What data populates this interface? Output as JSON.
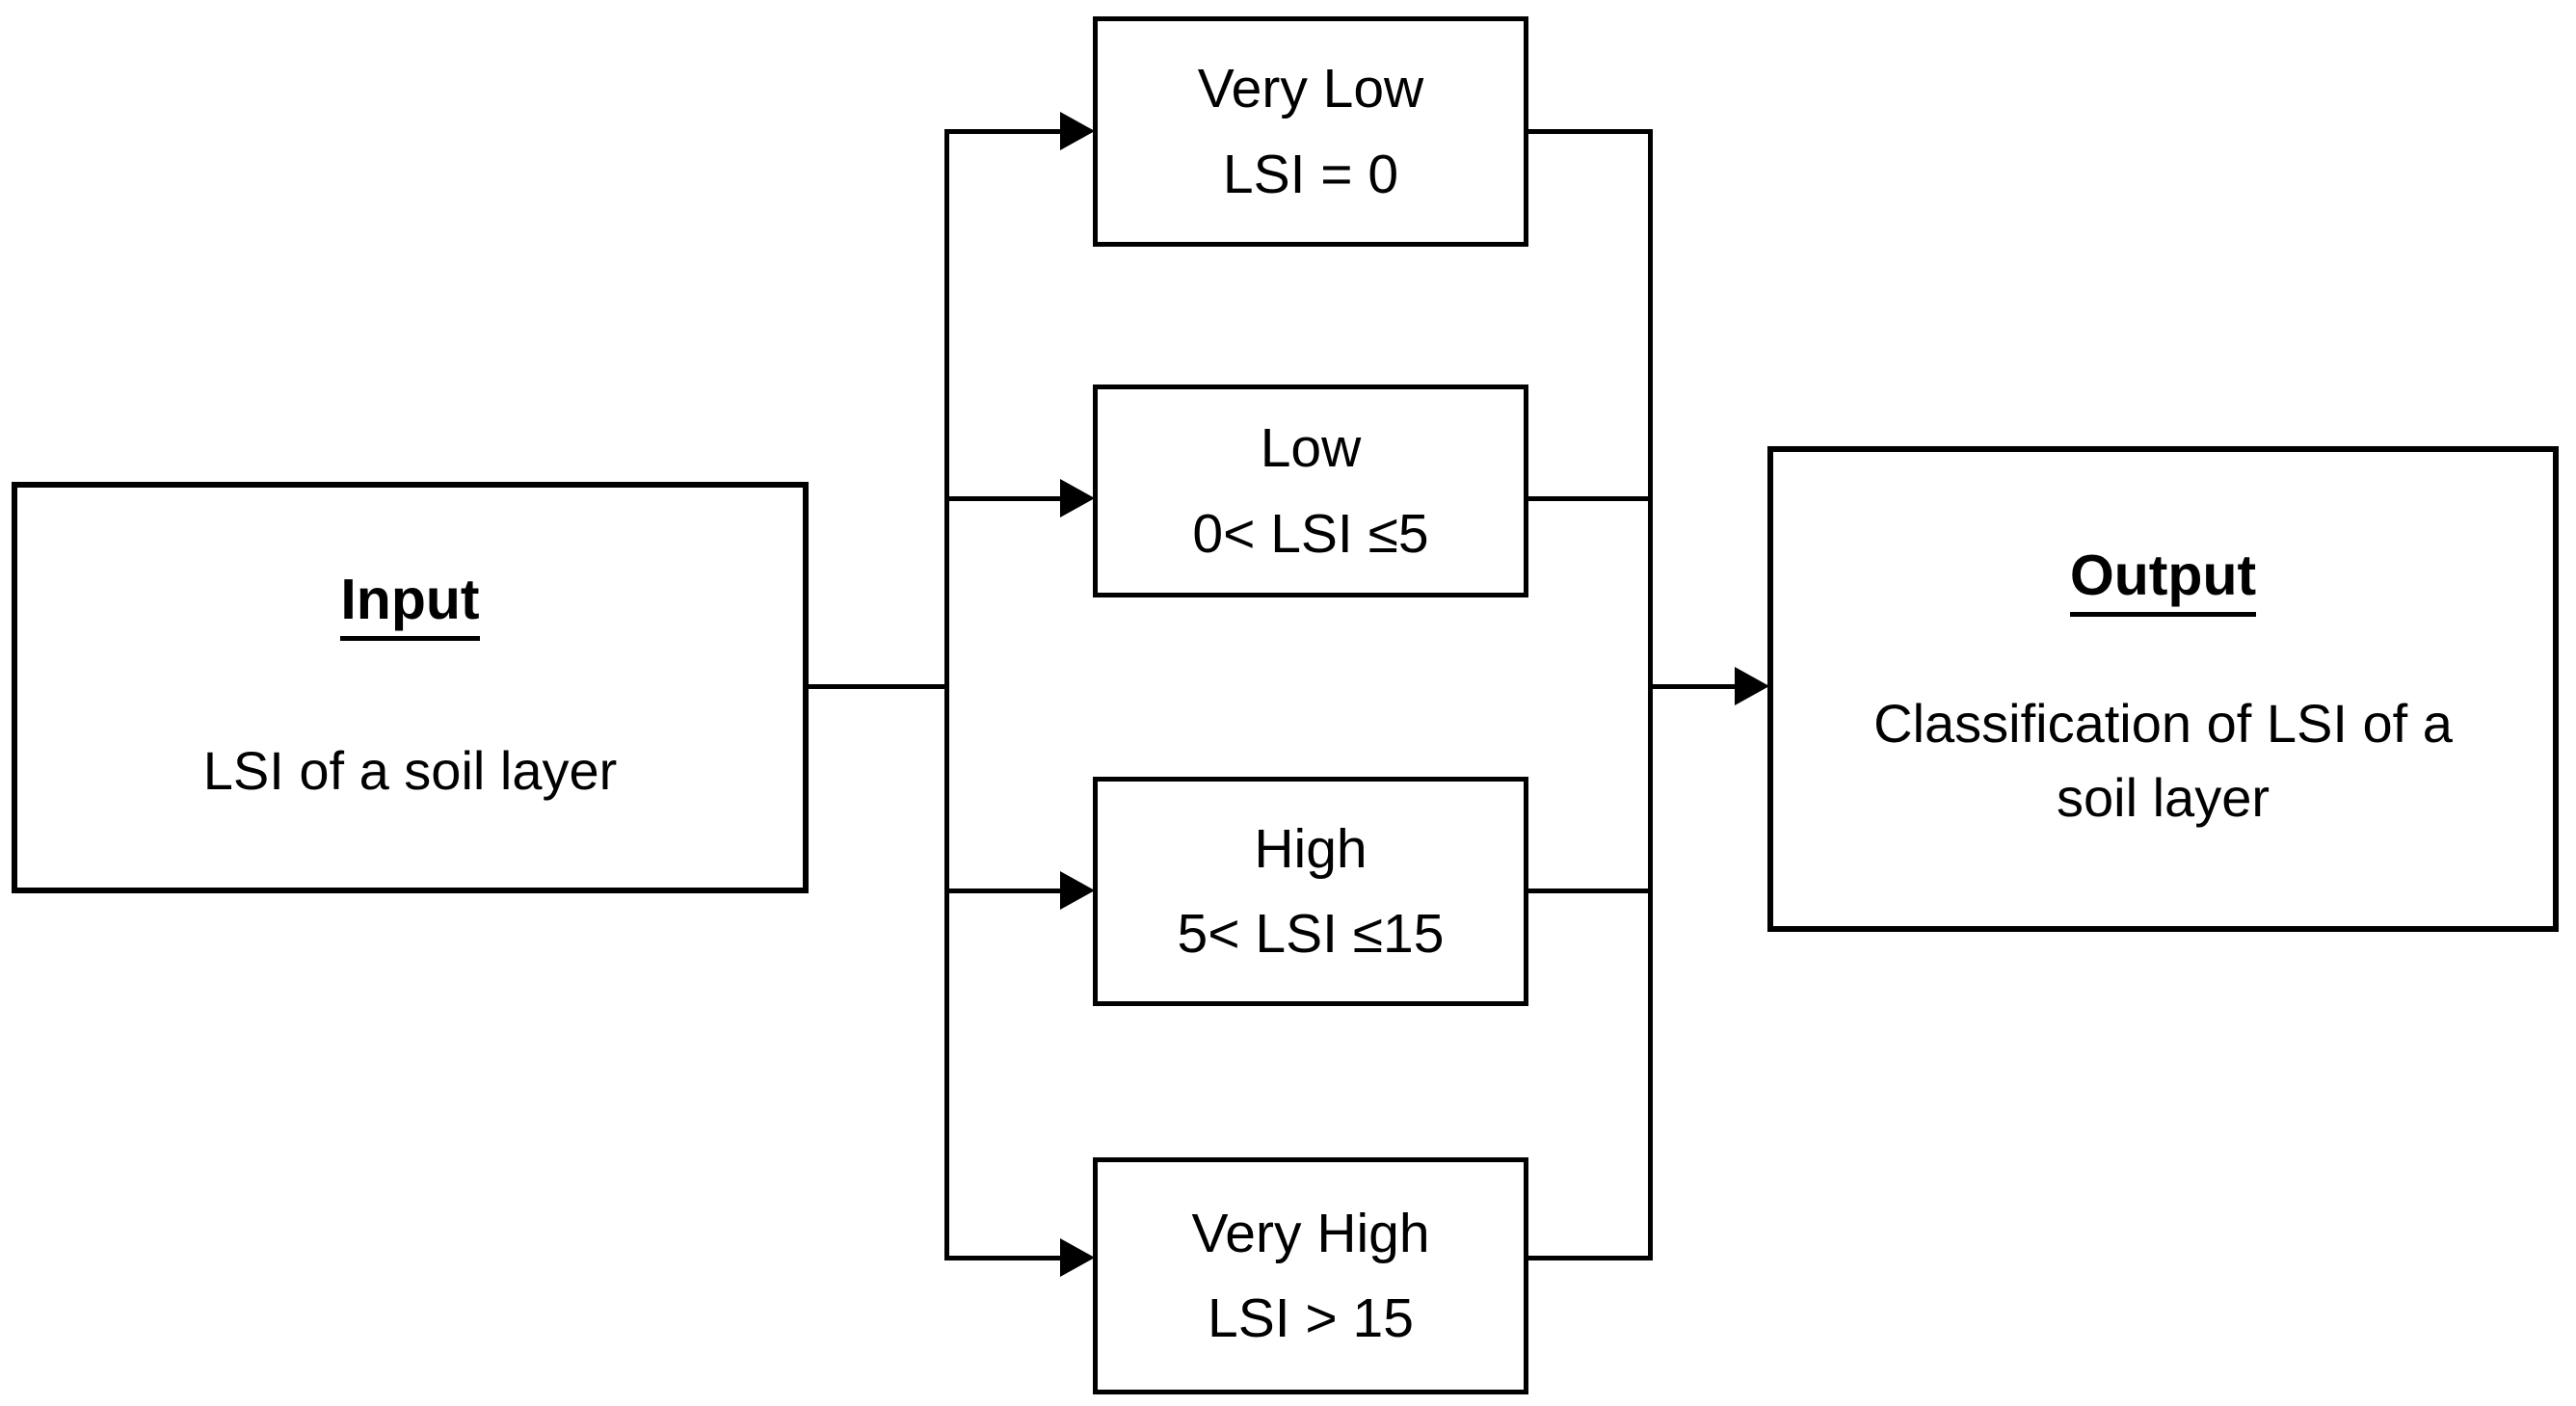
{
  "diagram": {
    "background_color": "#ffffff",
    "line_color": "#000000",
    "box_fill_color": "#ffffff",
    "input_box": {
      "title": "Input",
      "body": "LSI of a soil layer"
    },
    "categories": [
      {
        "label": "Very Low",
        "condition": "LSI = 0"
      },
      {
        "label": "Low",
        "condition": "0< LSI ≤5"
      },
      {
        "label": "High",
        "condition": "5< LSI ≤15"
      },
      {
        "label": "Very High",
        "condition": "LSI > 15"
      }
    ],
    "output_box": {
      "title": "Output",
      "lines": [
        "Classification of LSI of a",
        "soil layer"
      ]
    }
  }
}
